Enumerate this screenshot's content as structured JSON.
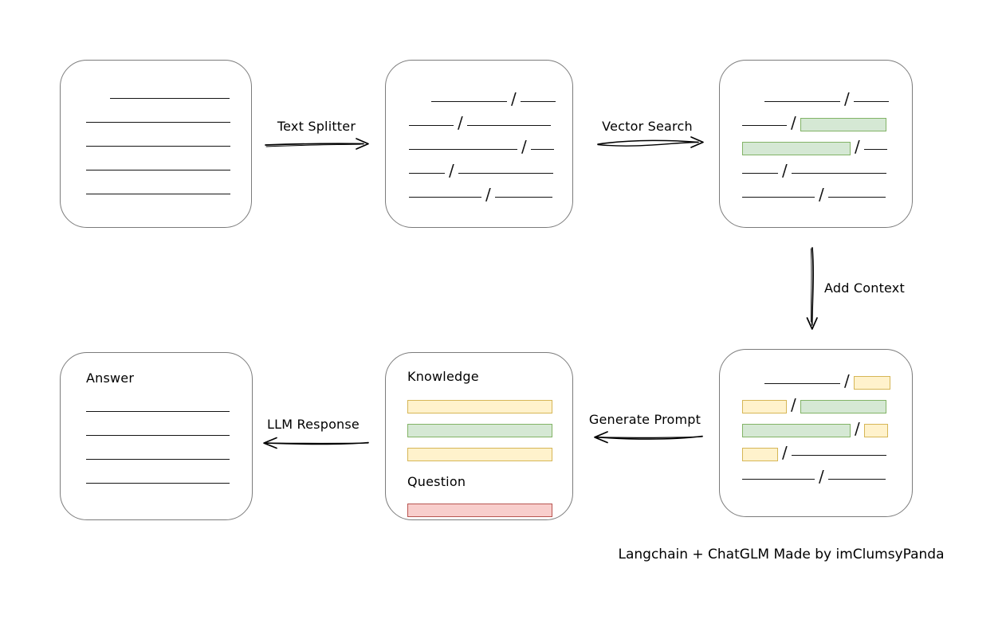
{
  "palette": {
    "green_fill": "#d5e8d4",
    "green_border": "#82b366",
    "yellow_fill": "#fff2cc",
    "yellow_border": "#d6b656",
    "red_fill": "#f8cecc",
    "red_border": "#b85450",
    "line_color": "#141414",
    "box_border": "#7b7b7b",
    "ink": "#000000"
  },
  "caption": "Langchain + ChatGLM Made by imClumsyPanda",
  "arrows": {
    "text_splitter": {
      "label": "Text Splitter",
      "direction": "right"
    },
    "vector_search": {
      "label": "Vector Search",
      "direction": "right"
    },
    "add_context": {
      "label": "Add Context",
      "direction": "down"
    },
    "generate_prompt": {
      "label": "Generate Prompt",
      "direction": "left"
    },
    "llm_response": {
      "label": "LLM Response",
      "direction": "left"
    }
  },
  "boxes": {
    "document": {
      "rows": [
        [
          {
            "t": "line",
            "w": 150,
            "ml": 30
          }
        ],
        [
          {
            "t": "line",
            "w": 181
          }
        ],
        [
          {
            "t": "line",
            "w": 181
          }
        ],
        [
          {
            "t": "line",
            "w": 181
          }
        ],
        [
          {
            "t": "line",
            "w": 181
          }
        ]
      ]
    },
    "chunks": {
      "rows": [
        [
          {
            "t": "line",
            "w": 95,
            "ml": 28
          },
          {
            "t": "slash"
          },
          {
            "t": "line",
            "w": 44
          }
        ],
        [
          {
            "t": "line",
            "w": 56
          },
          {
            "t": "slash"
          },
          {
            "t": "line",
            "w": 105
          }
        ],
        [
          {
            "t": "line",
            "w": 136
          },
          {
            "t": "slash"
          },
          {
            "t": "line",
            "w": 29
          }
        ],
        [
          {
            "t": "line",
            "w": 45
          },
          {
            "t": "slash"
          },
          {
            "t": "line",
            "w": 119
          }
        ],
        [
          {
            "t": "line",
            "w": 91
          },
          {
            "t": "slash"
          },
          {
            "t": "line",
            "w": 72
          }
        ]
      ]
    },
    "matched": {
      "rows": [
        [
          {
            "t": "line",
            "w": 95,
            "ml": 28
          },
          {
            "t": "slash"
          },
          {
            "t": "line",
            "w": 44
          }
        ],
        [
          {
            "t": "line",
            "w": 56
          },
          {
            "t": "slash"
          },
          {
            "t": "green",
            "w": 108
          }
        ],
        [
          {
            "t": "green",
            "w": 136
          },
          {
            "t": "slash"
          },
          {
            "t": "line",
            "w": 29
          }
        ],
        [
          {
            "t": "line",
            "w": 45
          },
          {
            "t": "slash"
          },
          {
            "t": "line",
            "w": 119
          }
        ],
        [
          {
            "t": "line",
            "w": 91
          },
          {
            "t": "slash"
          },
          {
            "t": "line",
            "w": 72
          }
        ]
      ]
    },
    "context": {
      "rows": [
        [
          {
            "t": "line",
            "w": 95,
            "ml": 28
          },
          {
            "t": "slash"
          },
          {
            "t": "yellow",
            "w": 46
          }
        ],
        [
          {
            "t": "yellow",
            "w": 56
          },
          {
            "t": "slash"
          },
          {
            "t": "green",
            "w": 108
          }
        ],
        [
          {
            "t": "green",
            "w": 136
          },
          {
            "t": "slash"
          },
          {
            "t": "yellow",
            "w": 30
          }
        ],
        [
          {
            "t": "yellow",
            "w": 45
          },
          {
            "t": "slash"
          },
          {
            "t": "line",
            "w": 119
          }
        ],
        [
          {
            "t": "line",
            "w": 91
          },
          {
            "t": "slash"
          },
          {
            "t": "line",
            "w": 72
          }
        ]
      ]
    },
    "prompt": {
      "knowledge_label": "Knowledge",
      "question_label": "Question",
      "knowledge_bars": [
        [
          {
            "t": "yellow",
            "w": 182
          }
        ],
        [
          {
            "t": "green",
            "w": 182
          }
        ],
        [
          {
            "t": "yellow",
            "w": 182
          }
        ]
      ],
      "question_bars": [
        [
          {
            "t": "red",
            "w": 182
          }
        ]
      ]
    },
    "answer": {
      "label": "Answer",
      "rows": [
        [
          {
            "t": "line",
            "w": 180
          }
        ],
        [
          {
            "t": "line",
            "w": 180
          }
        ],
        [
          {
            "t": "line",
            "w": 180
          }
        ],
        [
          {
            "t": "line",
            "w": 180
          }
        ]
      ]
    }
  }
}
